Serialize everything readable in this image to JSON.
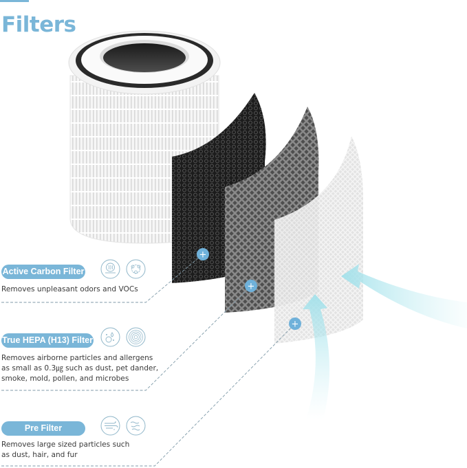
{
  "header": {
    "title": "Filters",
    "accent_color": "#7ab6d8"
  },
  "filters": [
    {
      "label": "Active Carbon Filter",
      "description": "Removes unpleasant odors and VOCs",
      "icons": [
        "odor-icon",
        "voc-molecule-icon"
      ]
    },
    {
      "label": "True HEPA (H13) Filter",
      "description_lines": [
        "Removes airborne particles and allergens",
        "as small as 0.3㎍ such as dust, pet dander,",
        "smoke, mold, pollen, and microbes"
      ],
      "icons": [
        "particles-icon",
        "microbe-icon"
      ]
    },
    {
      "label": "Pre Filter",
      "description_lines": [
        "Removes large sized particles such",
        "as dust, hair, and fur"
      ],
      "icons": [
        "wind-dust-icon",
        "hair-icon"
      ]
    }
  ],
  "markers": {
    "symbol": "+",
    "color": "#6fb1da"
  },
  "airflow_color": "#aee6ee"
}
